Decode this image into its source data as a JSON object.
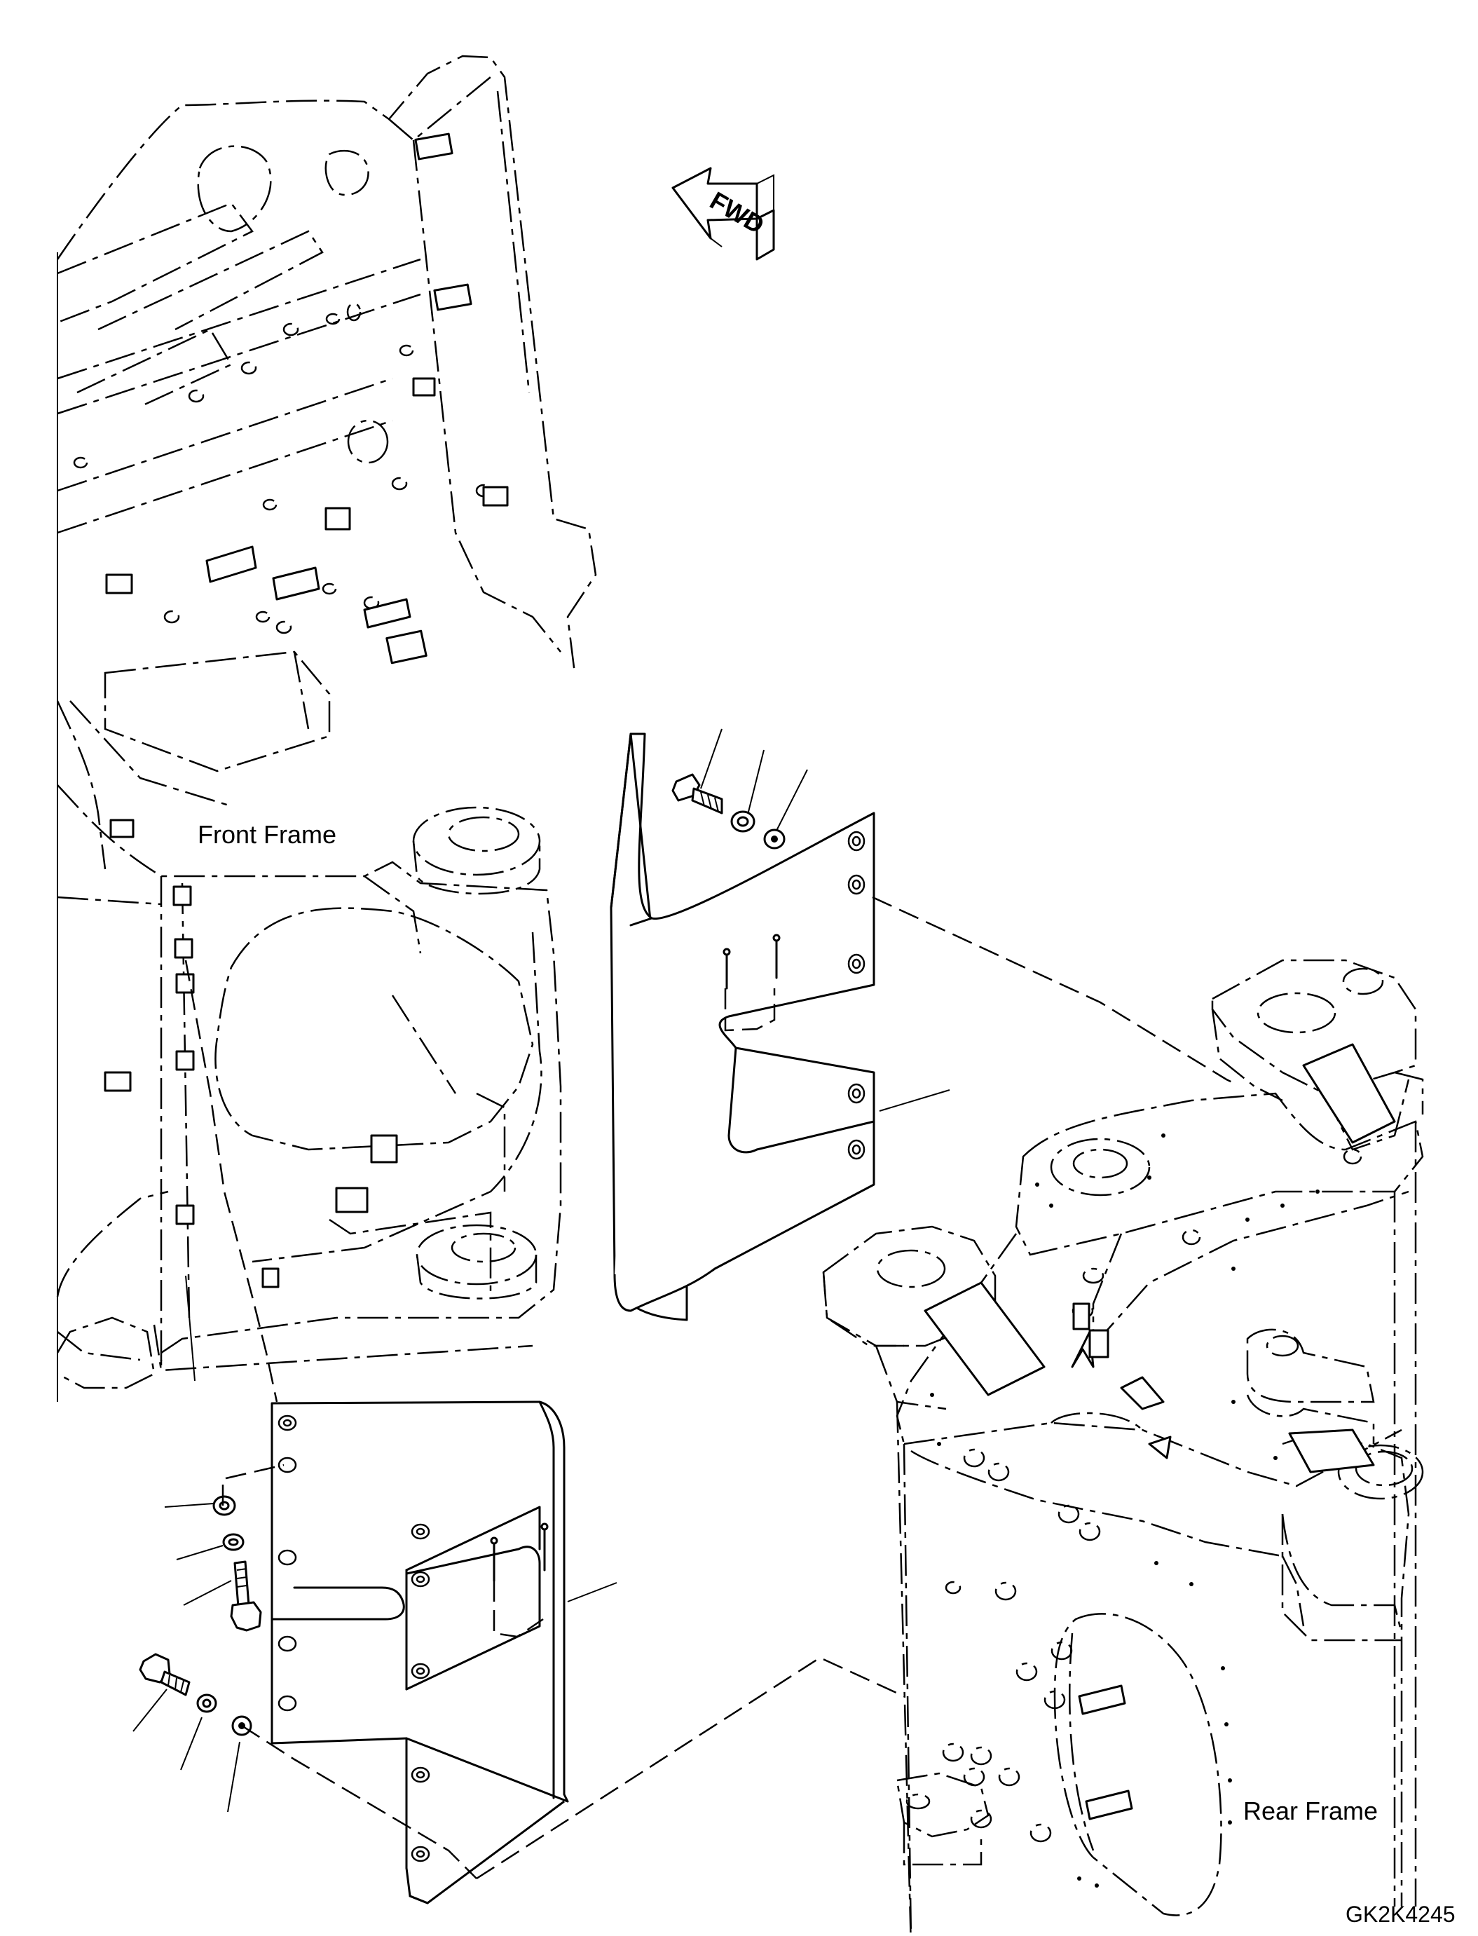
{
  "labels": {
    "front_frame": "Front Frame",
    "rear_frame": "Rear Frame",
    "fwd_arrow": "FWD",
    "drawing_code": "GK2K4245"
  }
}
